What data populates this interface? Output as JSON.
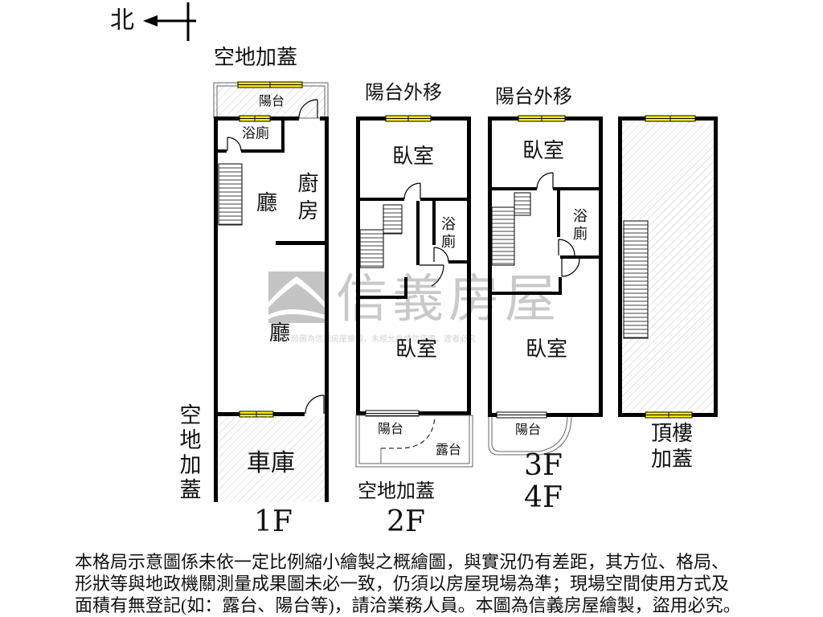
{
  "compass": {
    "north": "北",
    "icon": "north-arrow-icon"
  },
  "floor_1f": {
    "top_extension": "空地加蓋",
    "balcony": "陽台",
    "bathroom": "浴廁",
    "kitchen": "廚房",
    "living_room_upper": "廳",
    "living_room_lower": "廳",
    "side_extension": "空地加蓋",
    "garage": "車庫",
    "floor_label": "1F"
  },
  "floor_2f": {
    "balcony_moved": "陽台外移",
    "bedroom_upper": "臥室",
    "bathroom": "浴廁",
    "bedroom_lower": "臥室",
    "balcony": "陽台",
    "terrace": "露台",
    "extension": "空地加蓋",
    "floor_label": "2F"
  },
  "floor_3f_4f": {
    "balcony_moved": "陽台外移",
    "bedroom_upper": "臥室",
    "bathroom": "浴廁",
    "bedroom_lower": "臥室",
    "balcony": "陽台",
    "floor_labels": [
      "3F",
      "4F"
    ]
  },
  "rooftop": {
    "label_line1": "頂樓",
    "label_line2": "加蓋"
  },
  "watermark": {
    "brand": "信義房屋",
    "notice": "局圖為信義房屋繪製，未經允許請勿盜用，違者必究"
  },
  "disclaimer": {
    "lines": [
      "本格局示意圖係未依一定比例縮小繪製之概繪圖，與實況仍有差距，其方位、格局、",
      "形狀等與地政機關測量成果圖未必一致，仍須以房屋現場為準；現場空間使用方式及",
      "面積有無登記(如：露台、陽台等)，請洽業務人員。本圖為信義房屋繪製，盜用必究。"
    ]
  },
  "colors": {
    "wall": "#000000",
    "window": "#fff200",
    "hatch": "#c8c8c8",
    "watermark": "#a6a6a6"
  }
}
